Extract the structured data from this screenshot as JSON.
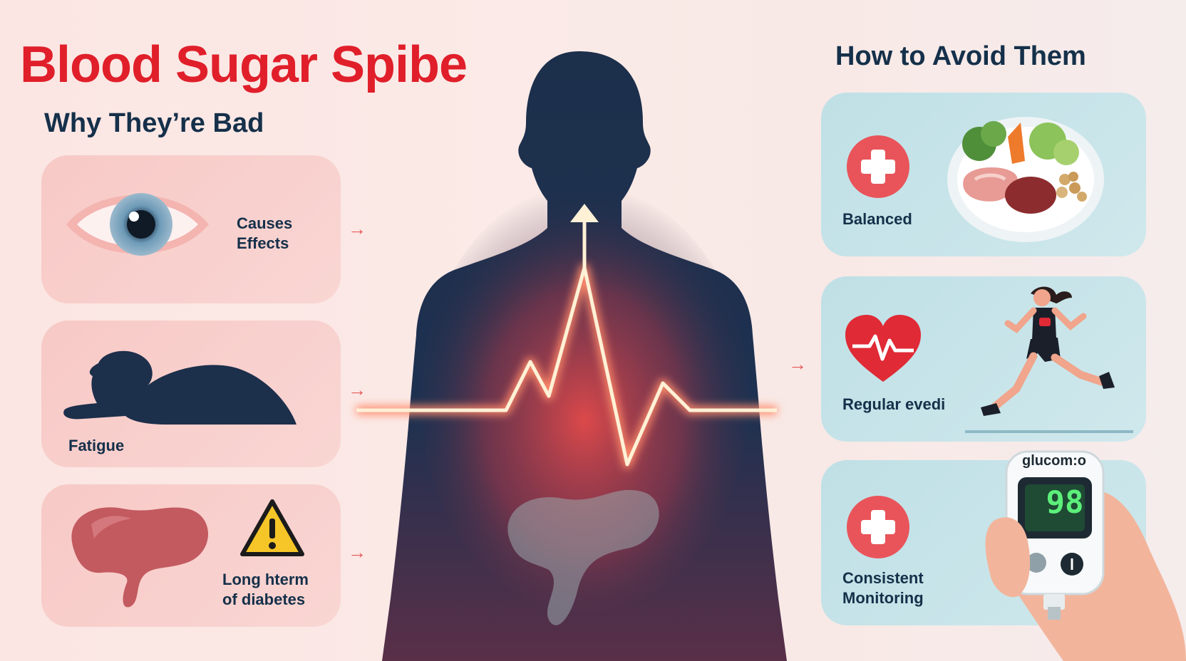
{
  "title": "Blood Sugar Spibe",
  "left": {
    "heading": "Why They’re Bad",
    "cards": [
      {
        "line1": "Causes",
        "line2": "Effects"
      },
      {
        "line1": "Fatigue"
      },
      {
        "line1": "Long hterm",
        "line2": "of diabetes"
      }
    ]
  },
  "right": {
    "heading": "How to Avoid Them",
    "cards": [
      {
        "line1": "Balanced"
      },
      {
        "line1": "Regular evedi"
      },
      {
        "line1": "Consistent",
        "line2": "Monitoring"
      }
    ],
    "meter_brand": "glucom:o",
    "meter_reading": "98"
  },
  "colors": {
    "title_red": "#e01f2a",
    "navy": "#15304a",
    "accent_red": "#e9545a",
    "pulse": "#fff1d6"
  },
  "icons": [
    "eye-icon",
    "resting-person-icon",
    "pancreas-icon",
    "warning-icon",
    "plus-icon",
    "food-plate-icon",
    "heart-pulse-icon",
    "runner-icon",
    "glucose-meter-icon"
  ]
}
